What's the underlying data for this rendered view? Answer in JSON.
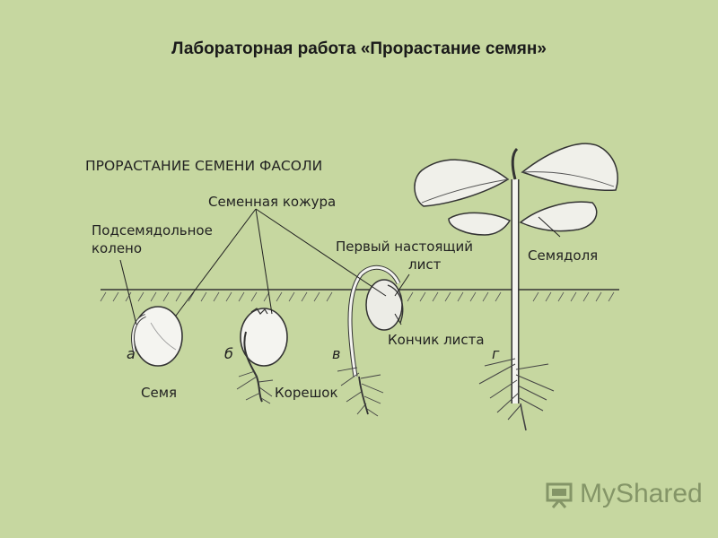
{
  "slide": {
    "title": "Лабораторная работа «Прорастание семян»"
  },
  "diagram": {
    "heading": "ПРОРАСТАНИЕ СЕМЕНИ ФАСОЛИ",
    "labels": {
      "seed_coat": "Семенная кожура",
      "hypocotyl_line1": "Подсемядольное",
      "hypocotyl_line2": "колено",
      "first_leaf_line1": "Первый настоящий",
      "first_leaf_line2": "лист",
      "cotyledon": "Семядоля",
      "leaf_tip": "Кончик листа",
      "seed": "Семя",
      "root": "Корешок"
    },
    "stages": [
      "а",
      "б",
      "в",
      "г"
    ]
  },
  "watermark": {
    "text": "MyShared",
    "color": "#6f7f55"
  },
  "colors": {
    "background": "#c6d7a0",
    "ink": "#222222"
  }
}
